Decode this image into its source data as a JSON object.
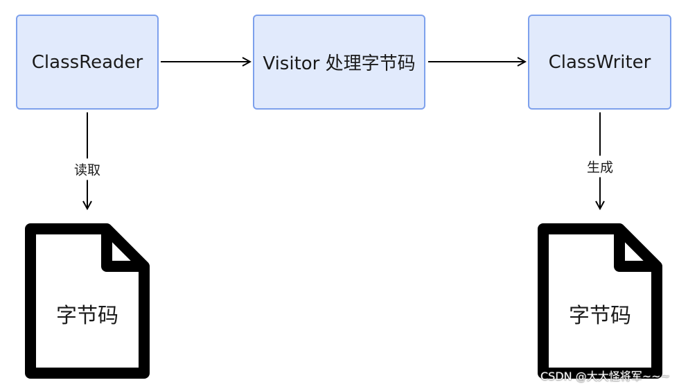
{
  "nodes": {
    "class_reader": "ClassReader",
    "visitor": "Visitor 处理字节码",
    "class_writer": "ClassWriter"
  },
  "edges": {
    "read_label": "读取",
    "generate_label": "生成"
  },
  "documents": {
    "input_label": "字节码",
    "output_label": "字节码"
  },
  "watermark": "CSDN @大大怪将军~~~",
  "colors": {
    "node_fill": "#e1eafc",
    "node_border": "#7da0ec",
    "arrow": "#000000",
    "document_stroke": "#000000"
  },
  "icons": {
    "document": "file-icon"
  }
}
